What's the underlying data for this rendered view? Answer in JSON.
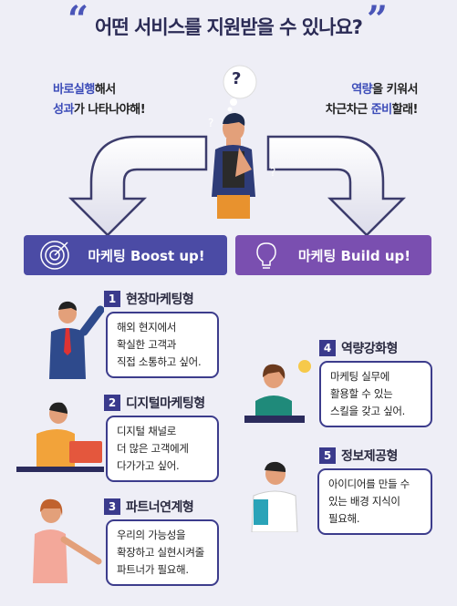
{
  "header": {
    "title": "어떤 서비스를 지원받을 수 있나요?",
    "quote_open": "“",
    "quote_close": "”"
  },
  "left_intro": {
    "line1_highlight": "바로실행",
    "line1_rest": "해서",
    "line2_highlight": "성과",
    "line2_rest": "가 나타나야해!"
  },
  "right_intro": {
    "line1_highlight": "역량",
    "line1_rest": "을 키워서",
    "line2_prefix": "차근차근 ",
    "line2_highlight": "준비",
    "line2_rest": "할래!"
  },
  "thinking_marks": [
    "?",
    "?",
    "?"
  ],
  "tracks": {
    "left": {
      "label": "마케팅 Boost up!",
      "icon": "target-icon",
      "color": "#4b4ba5"
    },
    "right": {
      "label": "마케팅 Build up!",
      "icon": "lightbulb-icon",
      "color": "#7a4fb0"
    }
  },
  "services": [
    {
      "num": "1",
      "name": "현장마케팅형",
      "lines": [
        "해외 현지에서",
        "확실한 고객과",
        "직접 소통하고 싶어."
      ]
    },
    {
      "num": "2",
      "name": "디지털마케팅형",
      "lines": [
        "디지털 채널로",
        "더 많은 고객에게",
        "다가가고 싶어."
      ]
    },
    {
      "num": "3",
      "name": "파트너연계형",
      "lines": [
        "우리의 가능성을",
        "확장하고 실현시켜줄",
        "파트너가 필요해."
      ]
    },
    {
      "num": "4",
      "name": "역량강화형",
      "lines": [
        "마케팅 실무에",
        "활용할 수 있는",
        "스킬을 갖고 싶어."
      ]
    },
    {
      "num": "5",
      "name": "정보제공형",
      "lines": [
        "아이디어를 만들 수",
        "있는 배경 지식이",
        "필요해."
      ]
    }
  ],
  "colors": {
    "accent": "#3b4bb8",
    "badge": "#3a3a8c",
    "background": "#eeeef6"
  }
}
